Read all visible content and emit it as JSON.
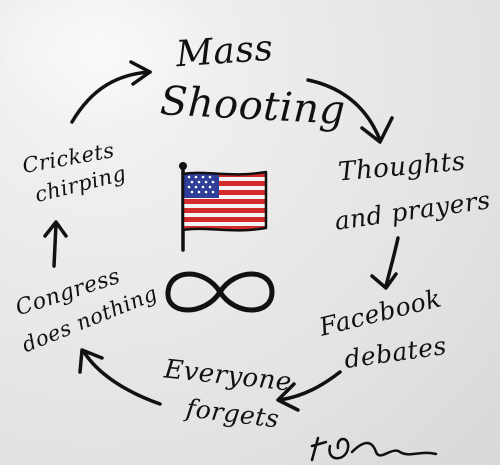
{
  "cycle": {
    "mass_shooting": {
      "line1": "Mass",
      "line2": "Shooting"
    },
    "thoughts_prayers": {
      "line1": "Thoughts",
      "line2": "and prayers"
    },
    "facebook_debates": {
      "line1": "Facebook",
      "line2": "debates"
    },
    "everyone_forgets": {
      "line1": "Everyone",
      "line2": "forgets"
    },
    "congress_nothing": {
      "line1": "Congress",
      "line2": "does nothing"
    },
    "crickets_chirping": {
      "line1": "Crickets",
      "line2": "chirping"
    }
  },
  "icons": {
    "flag": "us-flag-icon",
    "infinity": "infinity-icon"
  },
  "colors": {
    "ink": "#111111",
    "flag_red": "#d32b2b",
    "flag_blue": "#2f3f99",
    "board": "#e8e8e8"
  }
}
